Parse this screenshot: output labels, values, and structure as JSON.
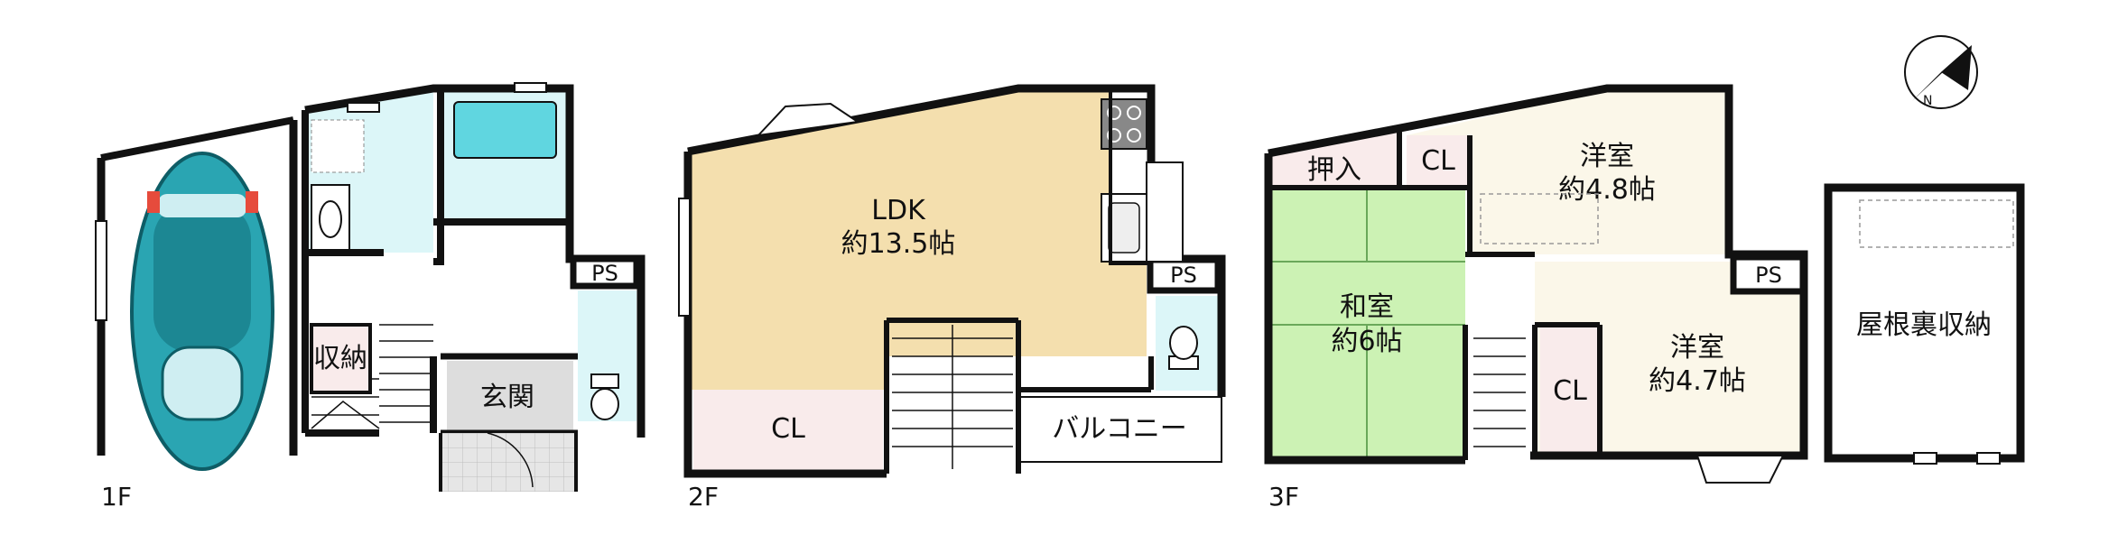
{
  "floors": {
    "f1": {
      "label": "1F",
      "rooms": {
        "storage": "収納",
        "entrance": "玄関",
        "ps": "PS"
      }
    },
    "f2": {
      "label": "2F",
      "rooms": {
        "ldk_name": "LDK",
        "ldk_size": "約13.5帖",
        "closet": "CL",
        "ps": "PS",
        "balcony": "バルコニー"
      }
    },
    "f3": {
      "label": "3F",
      "rooms": {
        "oshiire": "押入",
        "closet_top": "CL",
        "youshitsu1_name": "洋室",
        "youshitsu1_size": "約4.8帖",
        "washitsu_name": "和室",
        "washitsu_size": "約6帖",
        "ps": "PS",
        "youshitsu2_name": "洋室",
        "youshitsu2_size": "約4.7帖",
        "closet_mid": "CL"
      }
    },
    "attic": {
      "name": "屋根裏収納"
    }
  },
  "colors": {
    "wall": "#111111",
    "ldk_floor": "#f4dfae",
    "wet_area": "#dcf6f8",
    "closet": "#f9ebeb",
    "washitsu": "#ccf2b4",
    "youshitsu": "#fbf7e9",
    "entrance": "#dddddd",
    "car": "#2aa5b2"
  },
  "icons": [
    "compass-icon",
    "car-icon",
    "stairs-icon",
    "toilet-icon",
    "bathtub-icon",
    "sink-icon",
    "kitchen-stove-icon"
  ]
}
